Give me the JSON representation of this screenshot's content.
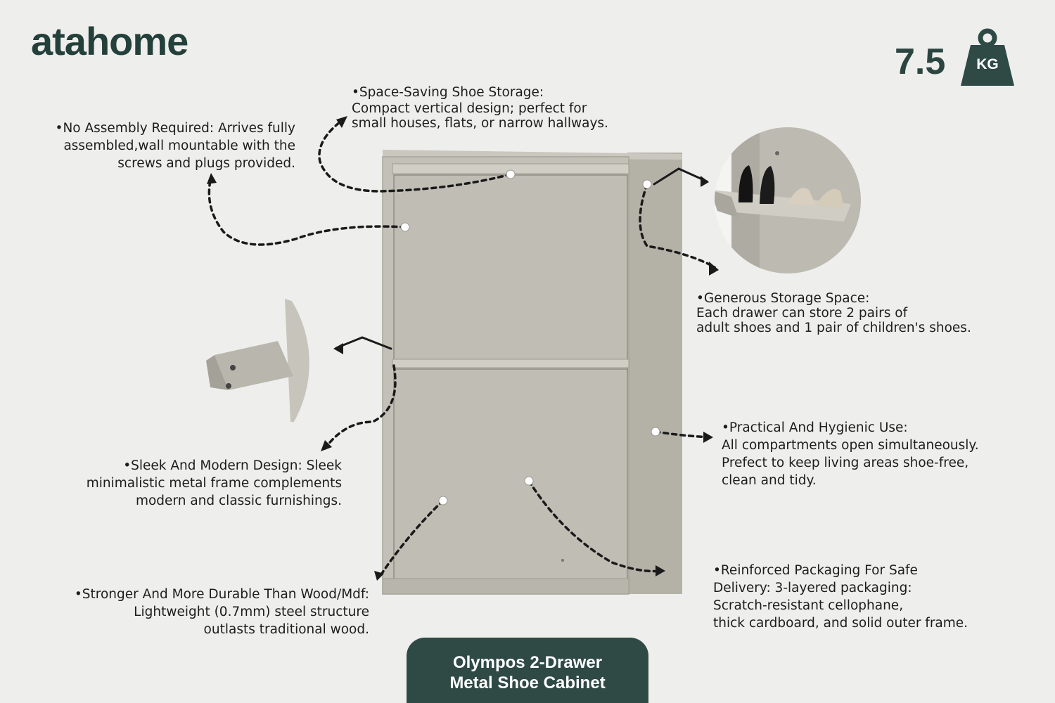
{
  "brand": {
    "logo_text": "atahome"
  },
  "weight": {
    "value": "7.5",
    "unit": "KG",
    "icon": "weight-kg-icon"
  },
  "features": {
    "space_saving": {
      "lines": [
        "•Space-Saving Shoe Storage:",
        "Compact vertical design; perfect for",
        "small houses, flats, or narrow hallways."
      ]
    },
    "no_assembly": {
      "lines": [
        "•No Assembly Required:  Arrives fully",
        "assembled,wall mountable with the",
        "screws and plugs provided."
      ]
    },
    "generous_storage": {
      "lines": [
        "•Generous Storage Space:",
        "Each drawer can store 2 pairs of",
        "adult shoes and 1 pair of children's shoes."
      ]
    },
    "sleek_design": {
      "lines": [
        "•Sleek And Modern Design: Sleek",
        "minimalistic metal frame complements",
        "modern and classic furnishings."
      ]
    },
    "practical_hygienic": {
      "lines": [
        "•Practical And Hygienic Use:",
        "All compartments open simultaneously.",
        "Prefect to keep living areas shoe-free,",
        "clean and tidy."
      ]
    },
    "stronger_durable": {
      "lines": [
        "•Stronger And More Durable Than Wood/Mdf:",
        "Lightweight (0.7mm) steel structure",
        "outlasts traditional wood."
      ]
    },
    "reinforced_packaging": {
      "lines": [
        "•Reinforced Packaging For Safe",
        "Delivery:  3-layered packaging:",
        "Scratch-resistant cellophane,",
        "thick cardboard, and solid outer frame."
      ]
    }
  },
  "product_title": {
    "line1": "Olympos 2-Drawer",
    "line2": "Metal Shoe Cabinet"
  },
  "colors": {
    "brand_green": "#2f4a45",
    "background": "#eeeeec",
    "cabinet_grey": "#bdbbb0"
  }
}
